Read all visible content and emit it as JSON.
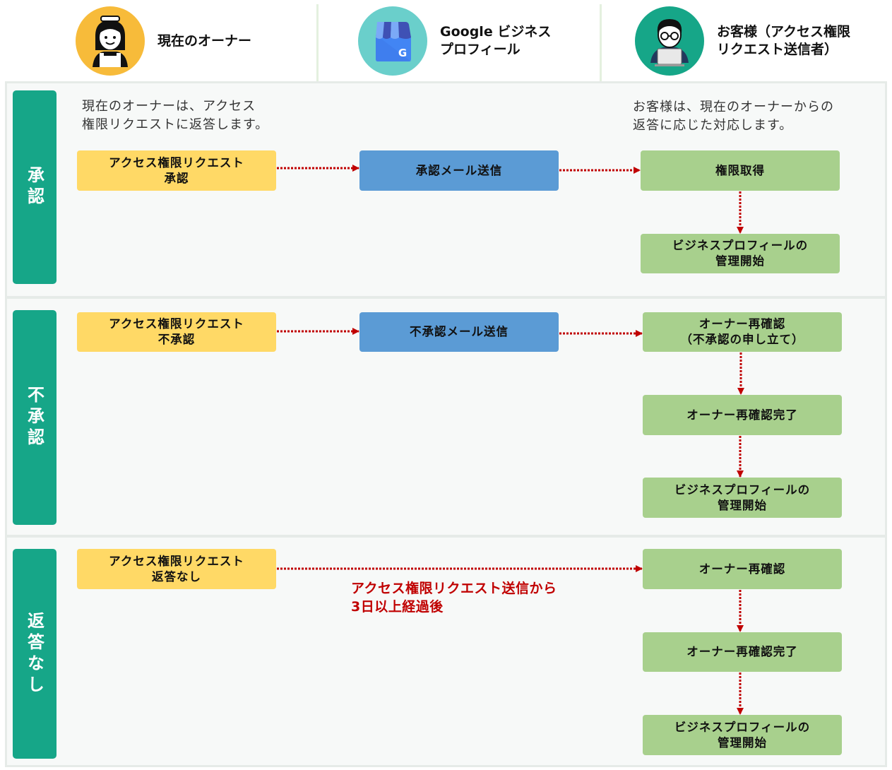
{
  "columns": [
    {
      "title": "現在のオーナー",
      "avatar_icon": "shop-owner-avatar-icon",
      "avatar_color": "#f7bb3a"
    },
    {
      "title": "Google ビジネス\nプロフィール",
      "avatar_icon": "google-business-store-icon",
      "avatar_color": "#6acfcb"
    },
    {
      "title": "お客様（アクセス権限\nリクエスト送信者）",
      "avatar_icon": "customer-laptop-avatar-icon",
      "avatar_color": "#16a688"
    }
  ],
  "lanes": [
    {
      "label": "承認",
      "owner_note": "現在のオーナーは、アクセス\n権限リクエストに返答します。",
      "customer_note": "お客様は、現在のオーナーからの\n返答に応じた対応します。",
      "owner_box": "アクセス権限リクエスト\n承認",
      "google_box": "承認メール送信",
      "customer_steps": [
        "権限取得",
        "ビジネスプロフィールの\n管理開始"
      ]
    },
    {
      "label": "不承認",
      "owner_box": "アクセス権限リクエスト\n不承認",
      "google_box": "不承認メール送信",
      "customer_steps": [
        "オーナー再確認\n（不承認の申し立て）",
        "オーナー再確認完了",
        "ビジネスプロフィールの\n管理開始"
      ]
    },
    {
      "label": "返答なし",
      "owner_box": "アクセス権限リクエスト\n返答なし",
      "arrow_note": "アクセス権限リクエスト送信から\n3日以上経過後",
      "customer_steps": [
        "オーナー再確認",
        "オーナー再確認完了",
        "ビジネスプロフィールの\n管理開始"
      ]
    }
  ],
  "colors": {
    "lane_label": "#16a688",
    "owner_box": "#ffd966",
    "google_box": "#5b9bd5",
    "customer_box": "#a8d08d",
    "arrow": "#c00000"
  }
}
